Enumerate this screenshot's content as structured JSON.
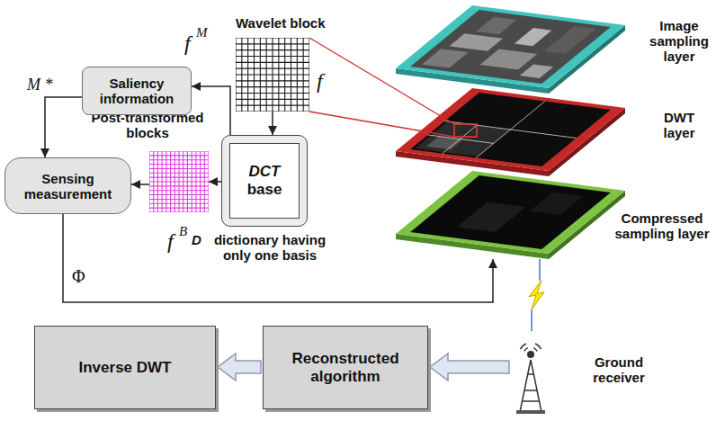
{
  "diagram": {
    "nodes": [
      {
        "text": [
          "Wavelet block"
        ]
      },
      {
        "text": [
          "DCT",
          "base"
        ]
      },
      {
        "text": [
          "Post-transformed blocks"
        ]
      },
      {
        "text": [
          "Saliency information"
        ]
      },
      {
        "text": [
          "Sensing measurement"
        ]
      },
      {
        "text": [
          "Image sampling layer"
        ]
      },
      {
        "text": [
          "DWT layer"
        ]
      },
      {
        "text": [
          "Compressed sampling layer"
        ]
      },
      {
        "text": [
          "Inverse DWT"
        ]
      },
      {
        "text": [
          "Reconstructed algorithm"
        ]
      },
      {
        "text": [
          "Ground receiver"
        ]
      }
    ],
    "edges": [
      {
        "from": 0,
        "to": 1,
        "arrow": "to"
      },
      {
        "from": 1,
        "to": 2,
        "arrow": "to"
      },
      {
        "from": 1,
        "to": 3,
        "arrow": "to"
      },
      {
        "from": 2,
        "to": 4,
        "arrow": "to"
      },
      {
        "from": 3,
        "to": 4,
        "arrow": "to"
      },
      {
        "from": 4,
        "to": 7,
        "label": "Φ",
        "arrow": "to"
      },
      {
        "from": 7,
        "to": 10,
        "arrow": "none"
      },
      {
        "from": 10,
        "to": 9,
        "arrow": "to"
      },
      {
        "from": 9,
        "to": 8,
        "arrow": "to"
      }
    ],
    "labels": [
      "f",
      "M",
      "M *",
      "f",
      "f",
      "B",
      "D",
      "dictionary having only one basis"
    ]
  }
}
